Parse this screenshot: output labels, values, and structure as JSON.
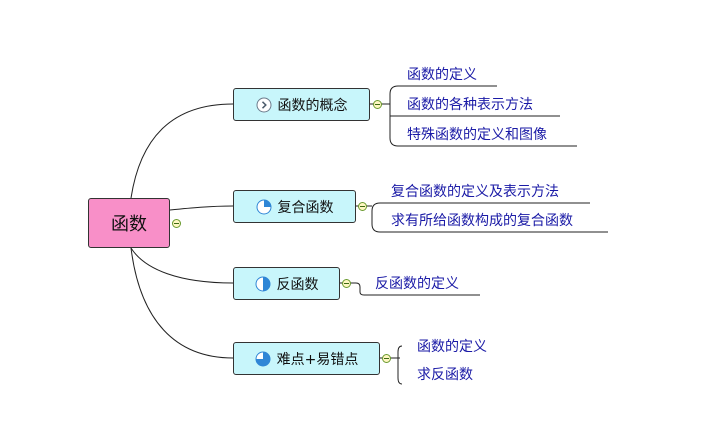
{
  "root": {
    "label": "函数"
  },
  "branches": [
    {
      "label": "函数的概念",
      "icon": "chevron-right-circle-icon",
      "children": [
        "函数的定义",
        "函数的各种表示方法",
        "特殊函数的定义和图像"
      ]
    },
    {
      "label": "复合函数",
      "icon": "quarter-pie-icon",
      "children": [
        "复合函数的定义及表示方法",
        "求有所给函数构成的复合函数"
      ]
    },
    {
      "label": "反函数",
      "icon": "half-pie-icon",
      "children": [
        "反函数的定义"
      ]
    },
    {
      "label": "难点+易错点",
      "icon": "three-quarter-pie-icon",
      "children": [
        "函数的定义",
        "求反函数"
      ]
    }
  ],
  "colors": {
    "root_fill": "#f88fc8",
    "branch_fill": "#c8f6fb",
    "leaf_text": "#1a1aa6",
    "icon_fill": "#2f86d6"
  }
}
